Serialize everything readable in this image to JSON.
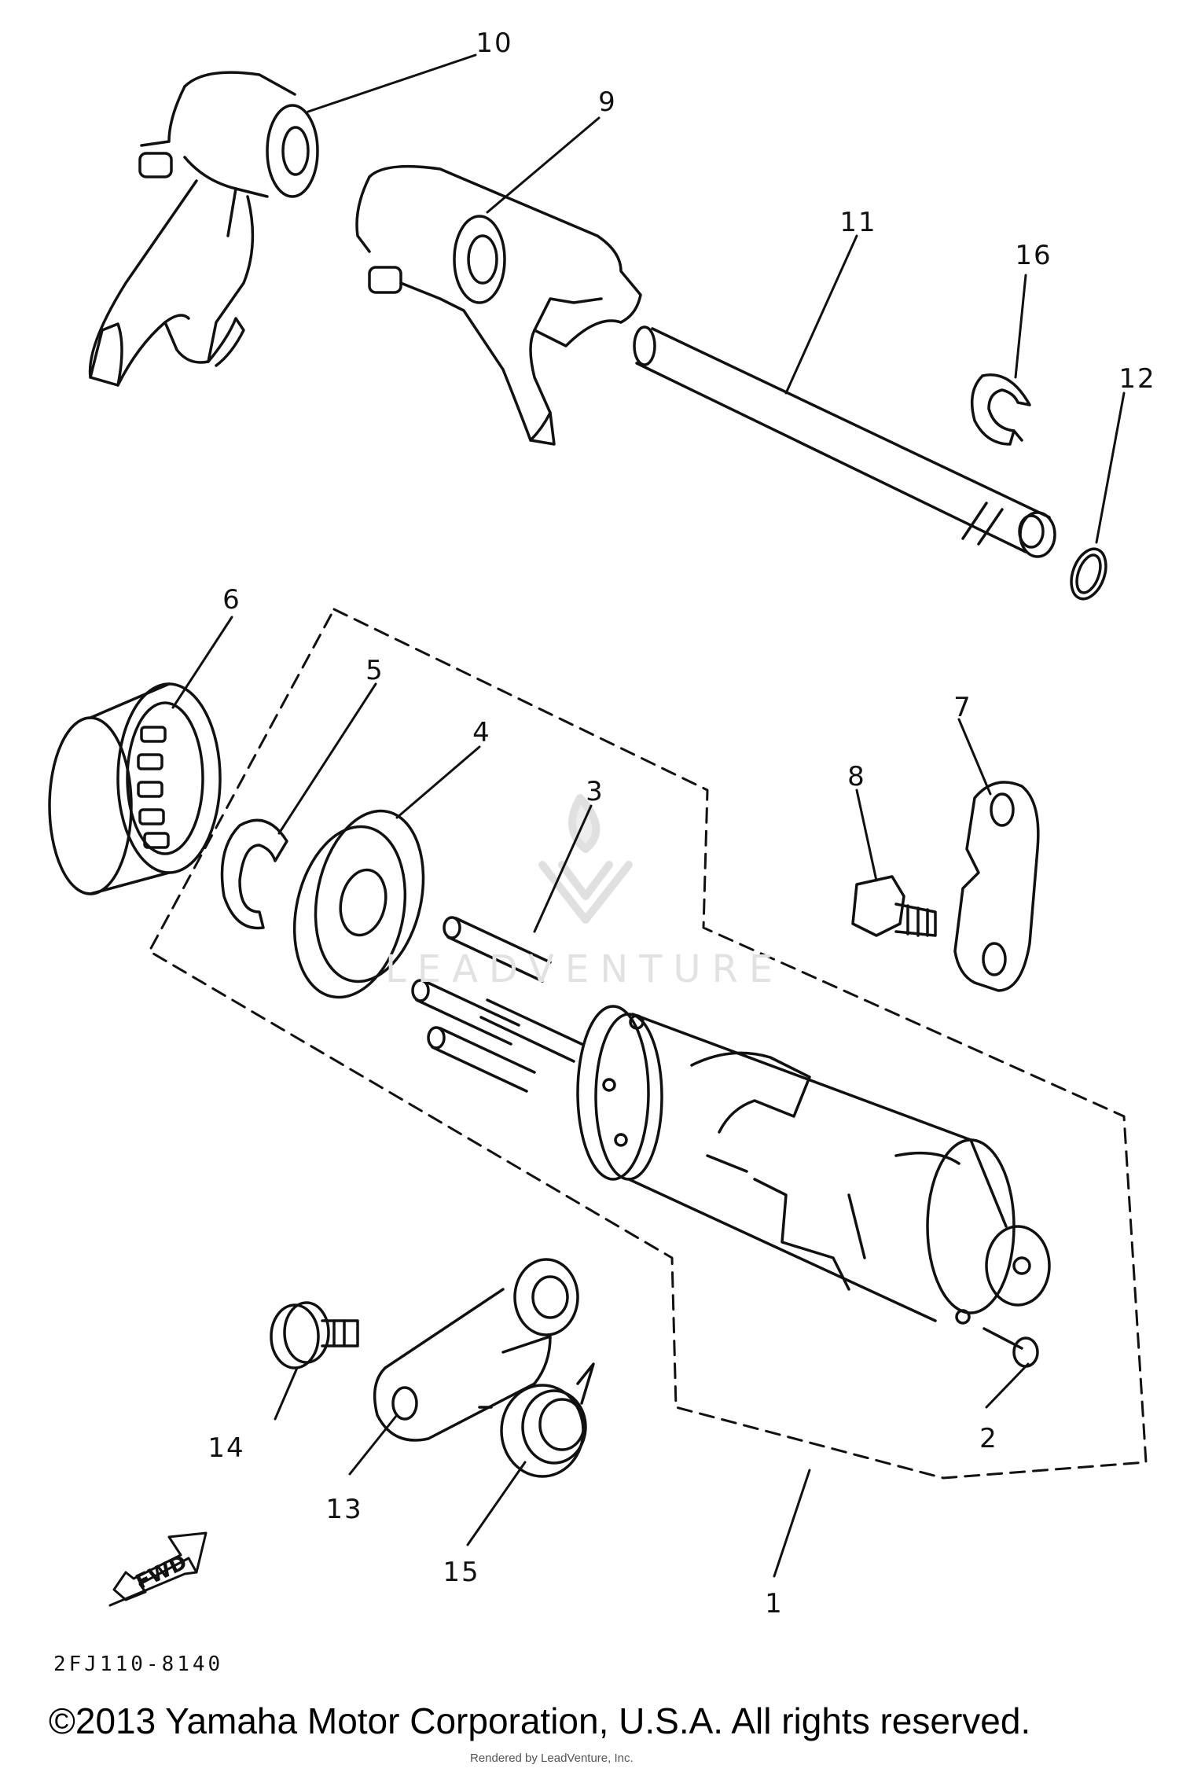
{
  "diagram": {
    "callouts": [
      "1",
      "2",
      "3",
      "4",
      "5",
      "6",
      "7",
      "8",
      "9",
      "10",
      "11",
      "12",
      "13",
      "14",
      "15",
      "16"
    ],
    "fwd_label": "FWD",
    "part_code": "2FJ110-8140",
    "watermark": "LEADVENTURE",
    "copyright": "©2013 Yamaha Motor Corporation, U.S.A. All rights reserved.",
    "rendered_by": "Rendered by LeadVenture, Inc."
  }
}
